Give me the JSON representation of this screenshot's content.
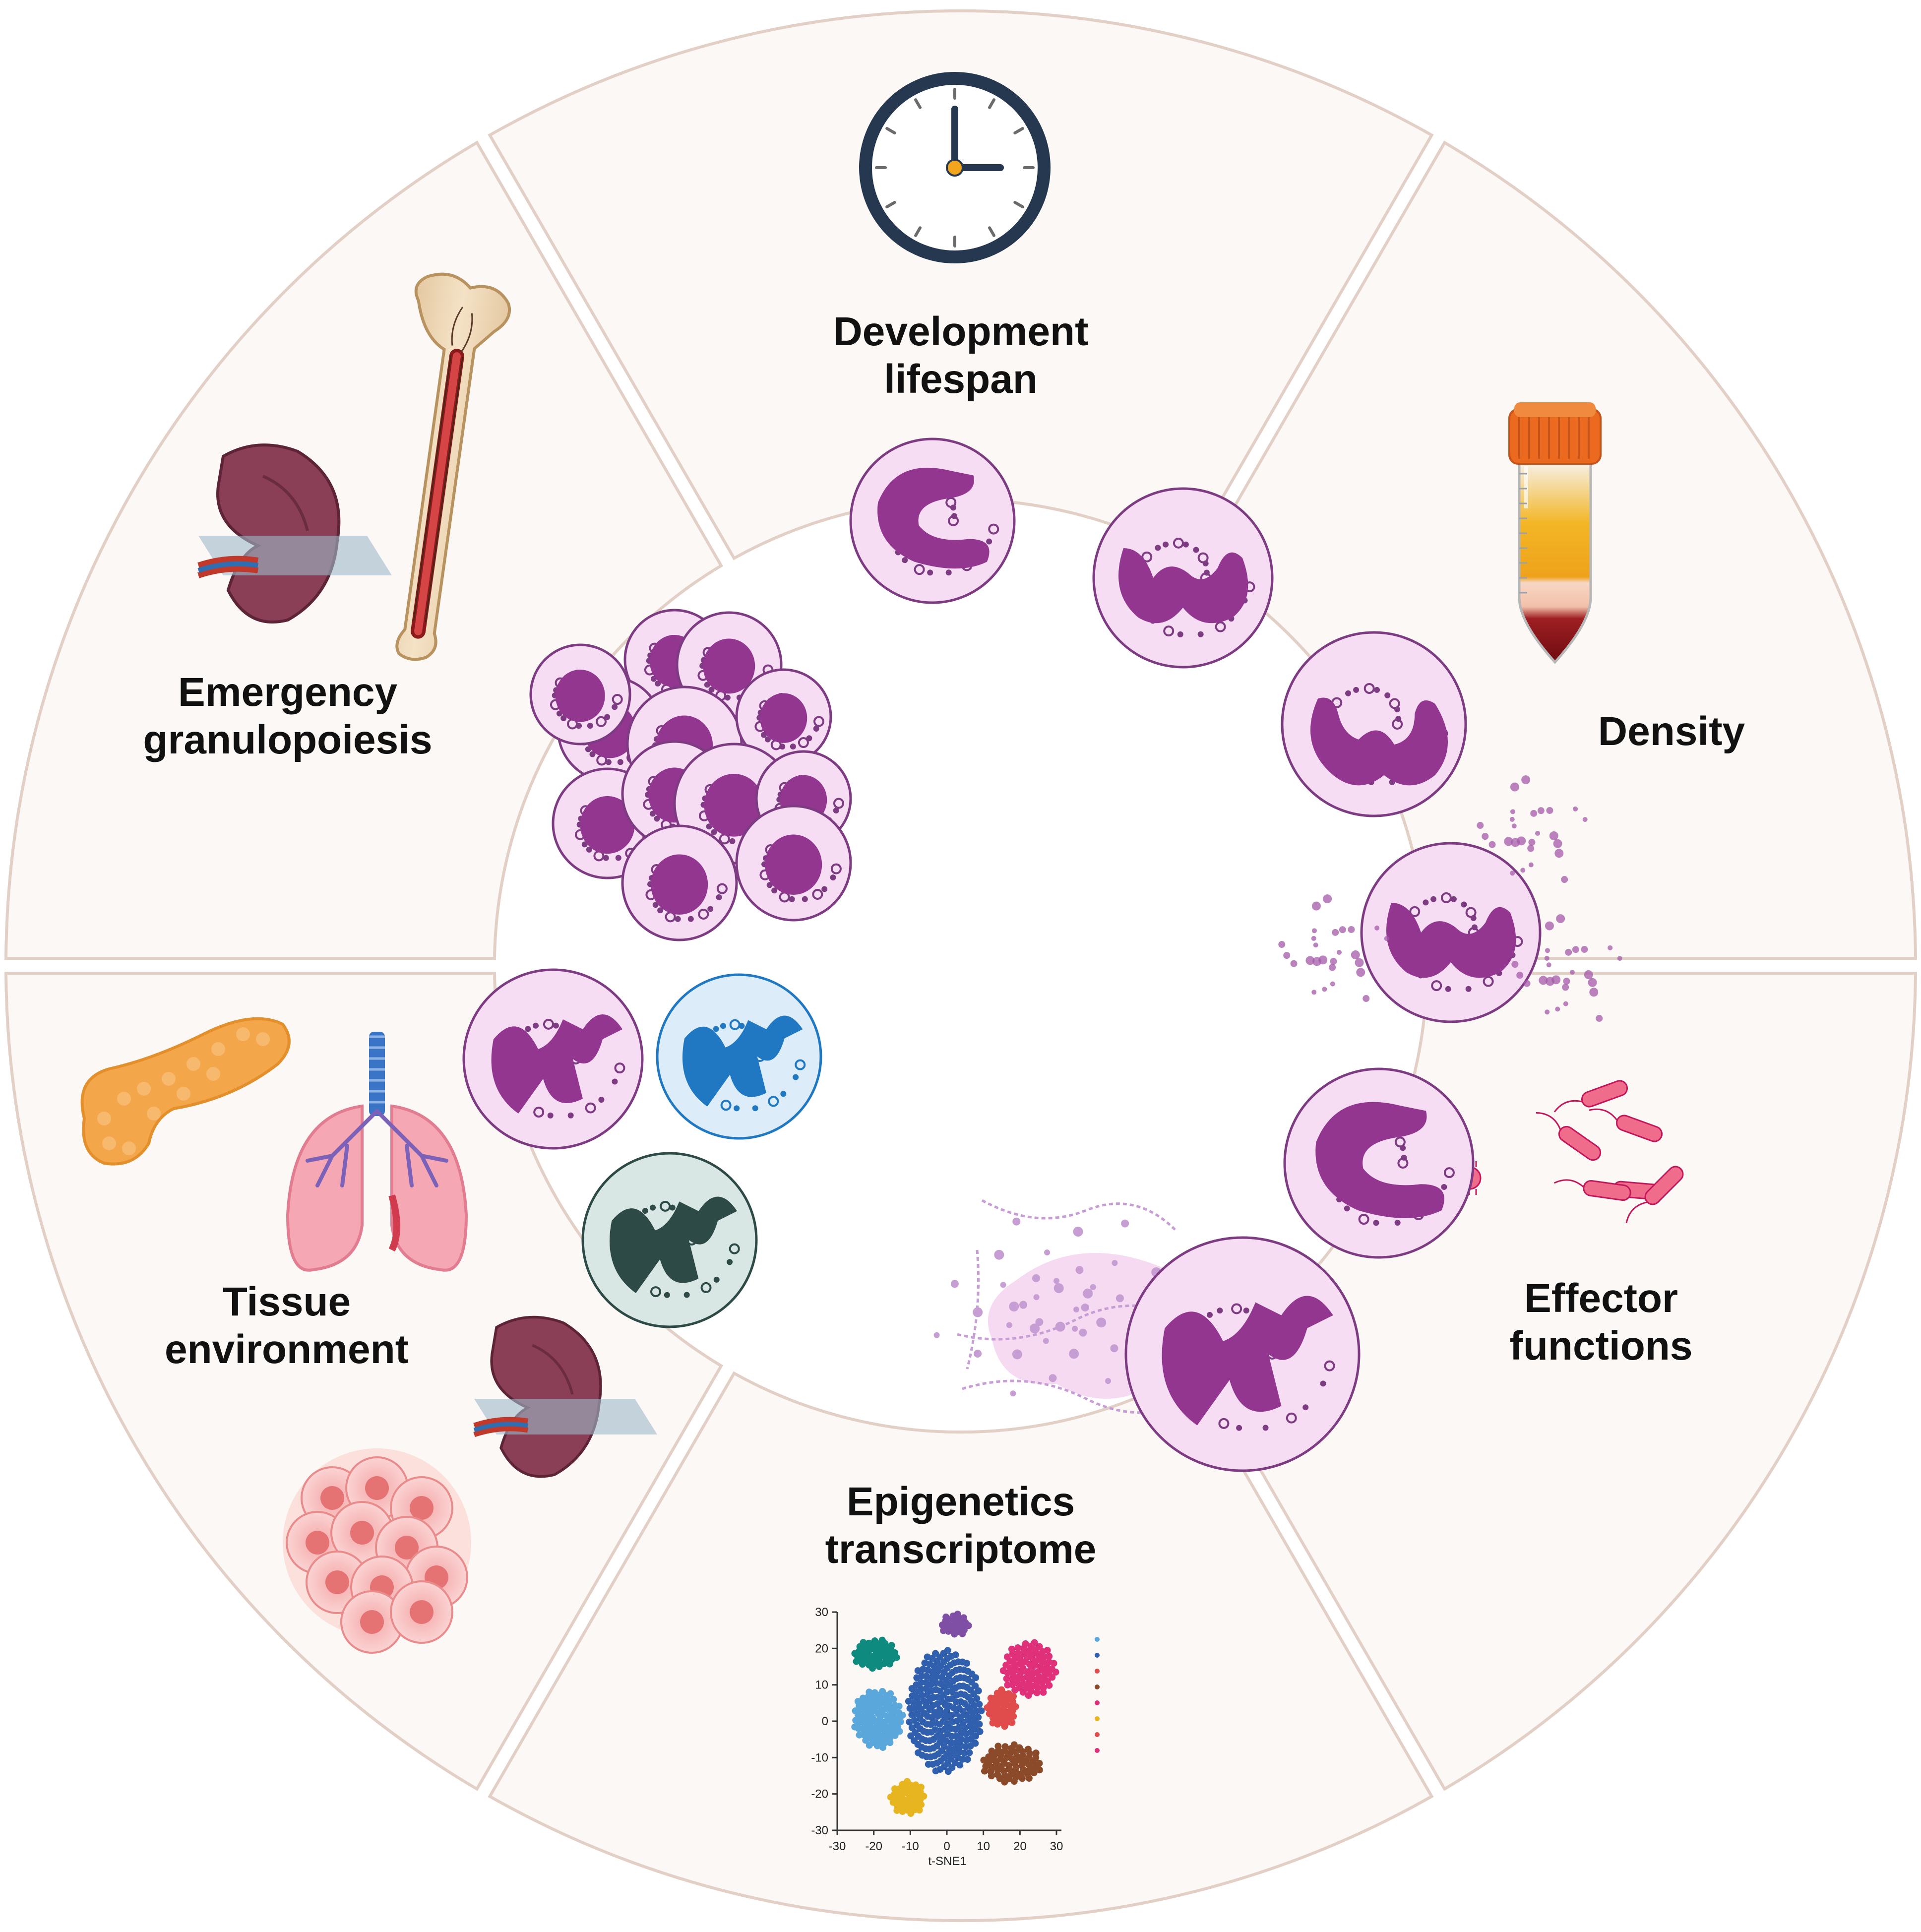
{
  "segments": {
    "development": {
      "line1": "Development",
      "line2": "lifespan"
    },
    "density": {
      "line1": "Density"
    },
    "effector": {
      "line1": "Effector",
      "line2": "functions"
    },
    "epigenetics": {
      "line1": "Epigenetics",
      "line2": "transcriptome"
    },
    "tissue": {
      "line1": "Tissue",
      "line2": "environment"
    },
    "emergency": {
      "line1": "Emergency",
      "line2": "granulopoiesis"
    }
  },
  "tsne": {
    "xlabel": "t-SNE1",
    "xticks": [
      "-30",
      "-20",
      "-10",
      "0",
      "10",
      "20",
      "30"
    ],
    "yticks": [
      "30",
      "20",
      "10",
      "0",
      "-10",
      "-20",
      "-30"
    ]
  },
  "colors": {
    "panel": "#fcf8f5",
    "panel_border": "#e2cfc6",
    "nucleus": "#92368f",
    "cell_fill": "#f6ddf4",
    "cell_border": "#7d3b82",
    "blue_cell": "#dcecf9",
    "blue_nucleus": "#1f78c1",
    "grey_cell": "#d8e6e4",
    "grey_nucleus": "#2e4a46"
  },
  "icons": [
    "clock-icon",
    "blood-tube-icon",
    "bacteria-icon",
    "kidney-icon",
    "bone-icon",
    "pancreas-icon",
    "lungs-icon",
    "tumor-cluster-icon"
  ]
}
